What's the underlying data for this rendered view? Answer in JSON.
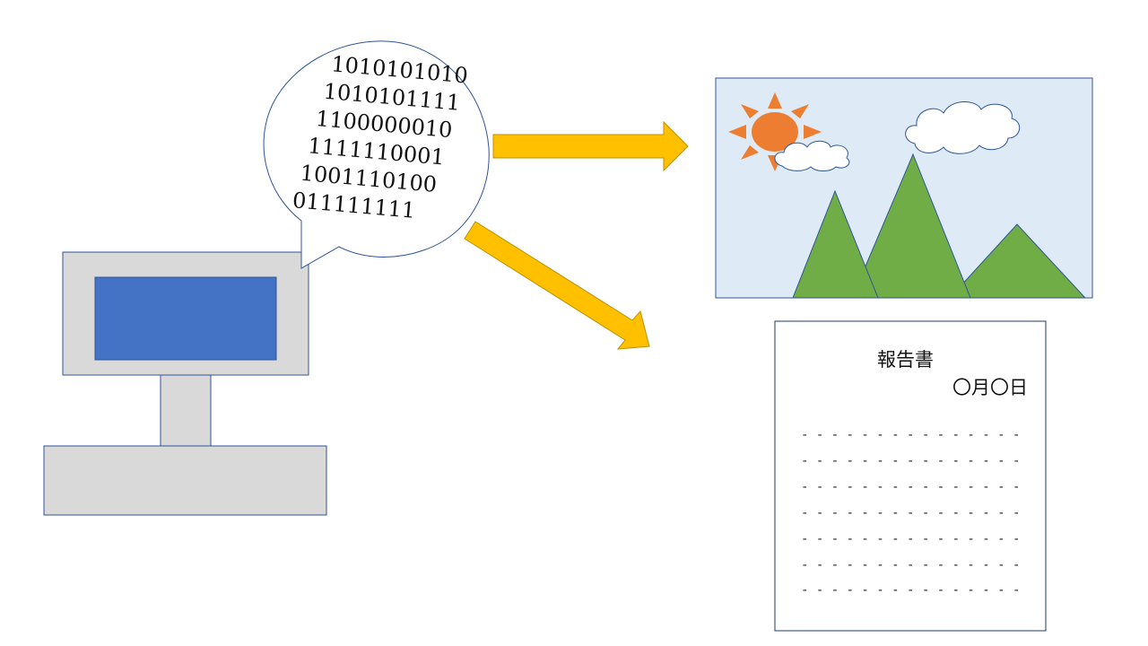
{
  "colors": {
    "computer_body": "#d9d9d9",
    "computer_border": "#2f5597",
    "screen": "#4472c4",
    "arrow_fill": "#ffc000",
    "arrow_stroke": "#bf9000",
    "sky": "#deebf7",
    "mountain": "#70ad47",
    "sun": "#ed7d31",
    "cloud": "#ffffff",
    "report_border": "#1f3864"
  },
  "speech_bubble": {
    "binary_lines": [
      "1010101010",
      "1010101111",
      "1100000010",
      "1111110001",
      "1001110100",
      "011111111"
    ]
  },
  "report": {
    "title": "報告書",
    "date": "〇月〇日",
    "lines": [
      "- - - - - - - - - - - - - - - - - - - - - - - - - - -",
      "- - - - - - - - - - - - - - - - - - - - - - - - - - -",
      "- - - - - - - - - - - - - - - - - - - - - - - - - - -",
      "- - - - - - - - - - - - - - - - - - - - - - - - - - -",
      "- - - - - - - - - - - - - - - - - - - - - - - - - - -",
      "- - - - - - - - - - - - - - - - - - - - - - - - - - -",
      "- - - - - - - - - - - - - - - - - - - - - - - - - - -"
    ]
  },
  "icons": {
    "computer": "desktop-computer-icon",
    "image": "landscape-picture-icon",
    "document": "report-document-icon"
  }
}
